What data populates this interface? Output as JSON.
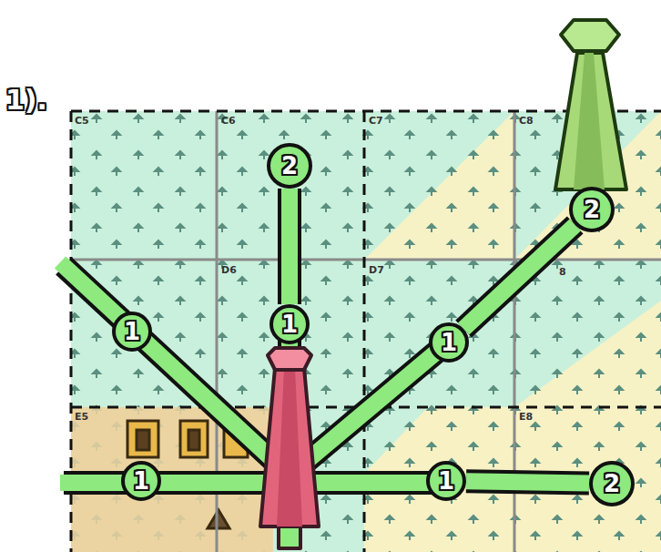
{
  "diagram": {
    "nodes": [
      {
        "text": [
          "2"
        ]
      },
      {
        "text": [
          "2"
        ]
      },
      {
        "text": [
          "1"
        ]
      },
      {
        "text": [
          "1"
        ]
      },
      {
        "text": [
          "1"
        ]
      },
      {
        "text": [
          "1"
        ]
      },
      {
        "text": [
          "1"
        ]
      },
      {
        "text": [
          "2"
        ]
      }
    ],
    "edges": [
      {
        "from": 3,
        "to": 0,
        "arrow": "none"
      },
      {
        "from": 4,
        "to": 1,
        "arrow": "none"
      },
      {
        "from": 6,
        "to": 7,
        "arrow": "none"
      }
    ],
    "labels": [
      "1).",
      "C5",
      "C6",
      "C7",
      "C8",
      "D6",
      "D7",
      "8",
      "E5",
      "E8"
    ]
  }
}
